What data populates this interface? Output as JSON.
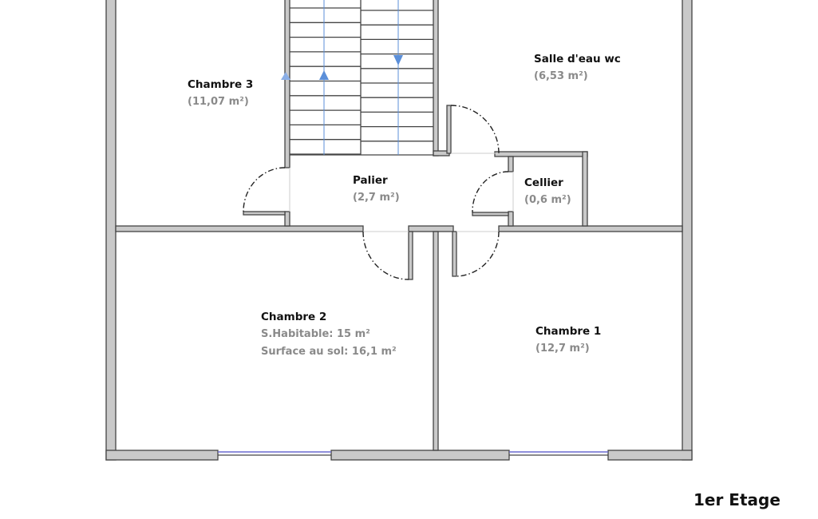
{
  "floor_title": "1er Etage",
  "rooms": {
    "chambre3": {
      "name": "Chambre 3",
      "area": "(11,07 m²)"
    },
    "salle_eau": {
      "name": "Salle d'eau wc",
      "area": "(6,53 m²)"
    },
    "palier": {
      "name": "Palier",
      "area": "(2,7 m²)"
    },
    "cellier": {
      "name": "Cellier",
      "area": "(0,6 m²)"
    },
    "chambre2": {
      "name": "Chambre 2",
      "habitable": "S.Habitable: 15 m²",
      "sol": "Surface au sol: 16,1 m²"
    },
    "chambre1": {
      "name": "Chambre 1",
      "area": "(12,7 m²)"
    }
  },
  "colors": {
    "wall": "#c9c9c9",
    "stair_arrow": "#5b8fd9",
    "window": "#6a6ad0"
  }
}
